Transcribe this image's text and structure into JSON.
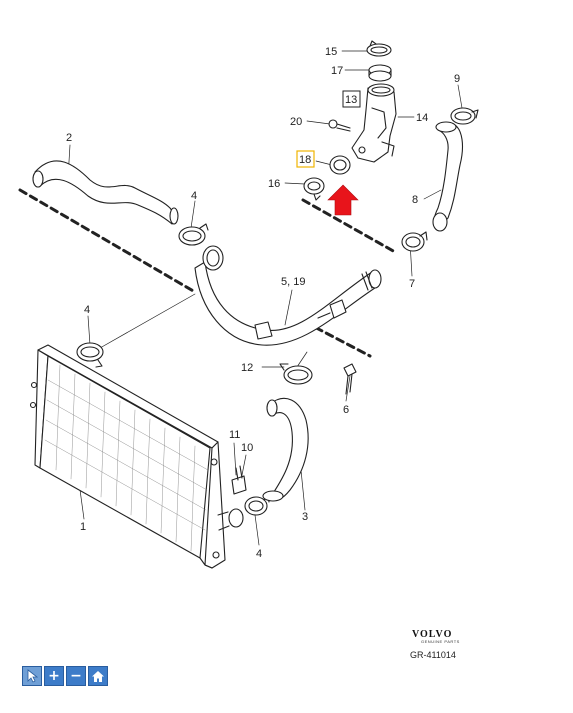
{
  "labels": {
    "p15": "15",
    "p17": "17",
    "p13": "13",
    "p14": "14",
    "p20": "20",
    "p18": "18",
    "p16": "16",
    "p9": "9",
    "p8": "8",
    "p7": "7",
    "p2": "2",
    "p4a": "4",
    "p4b": "4",
    "p4c": "4",
    "p5_19": "5, 19",
    "p12": "12",
    "p6": "6",
    "p11": "11",
    "p10": "10",
    "p1": "1",
    "p3": "3"
  },
  "branding": {
    "name": "VOLVO",
    "tagline": "GENUINE PARTS",
    "code": "GR-411014"
  },
  "highlight": {
    "arrow_color": "#e8141b",
    "box_color": "#f0b400"
  },
  "toolbar": {
    "buttons": [
      {
        "name": "pointer-tool-button",
        "icon": "cursor-icon"
      },
      {
        "name": "zoom-in-button",
        "icon": "plus-icon",
        "glyph": "+"
      },
      {
        "name": "zoom-out-button",
        "icon": "minus-icon",
        "glyph": "−"
      },
      {
        "name": "home-button",
        "icon": "home-icon"
      }
    ]
  }
}
